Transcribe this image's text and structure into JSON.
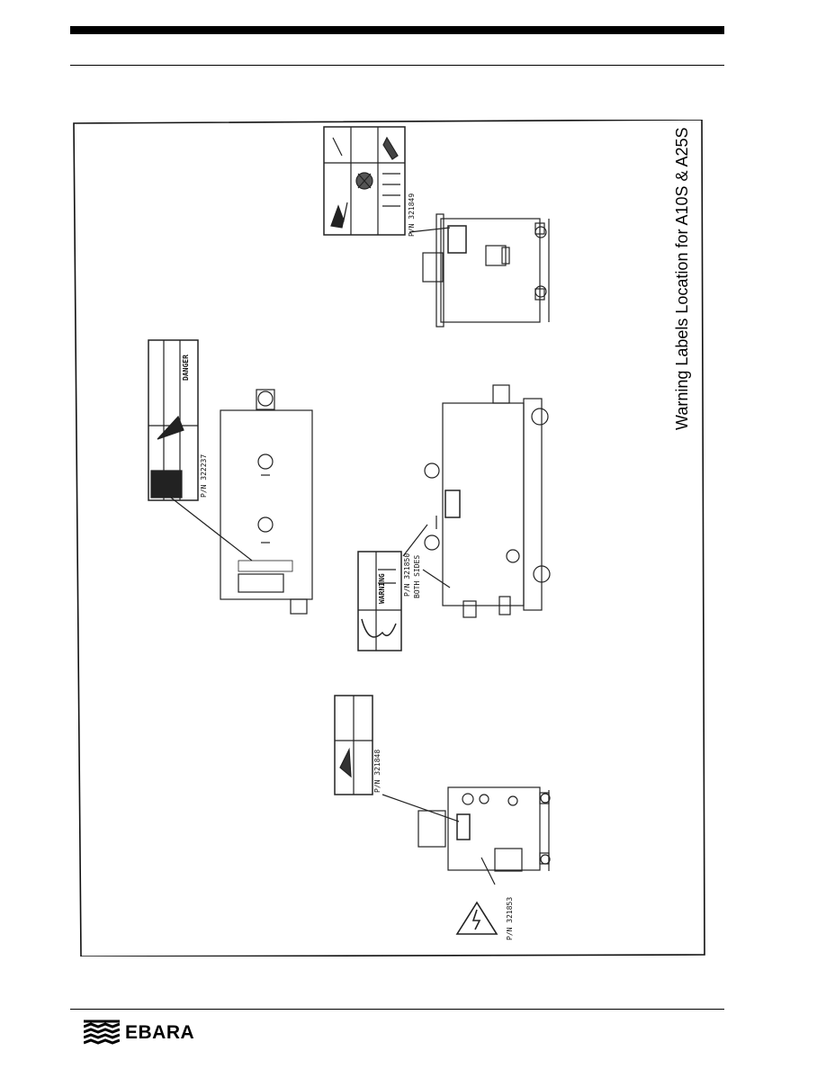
{
  "page": {
    "figure_title": "Warning Labels Location for A10S & A25S",
    "brand": "EBARA"
  },
  "labels": {
    "pn_322237": "P/N 322237",
    "pn_321849": "P/N 321849",
    "pn_321850": "P/N 321850",
    "both_sides": "BOTH SIDES",
    "pn_321848": "P/N 321848",
    "pn_321853": "P/N 321853",
    "danger": "DANGER",
    "warning": "WARNING"
  },
  "icons": [
    "ebara-logo-icon",
    "explosion-icon",
    "electric-shock-icon",
    "hand-crush-icon",
    "burn-hand-icon",
    "high-voltage-triangle-icon"
  ]
}
